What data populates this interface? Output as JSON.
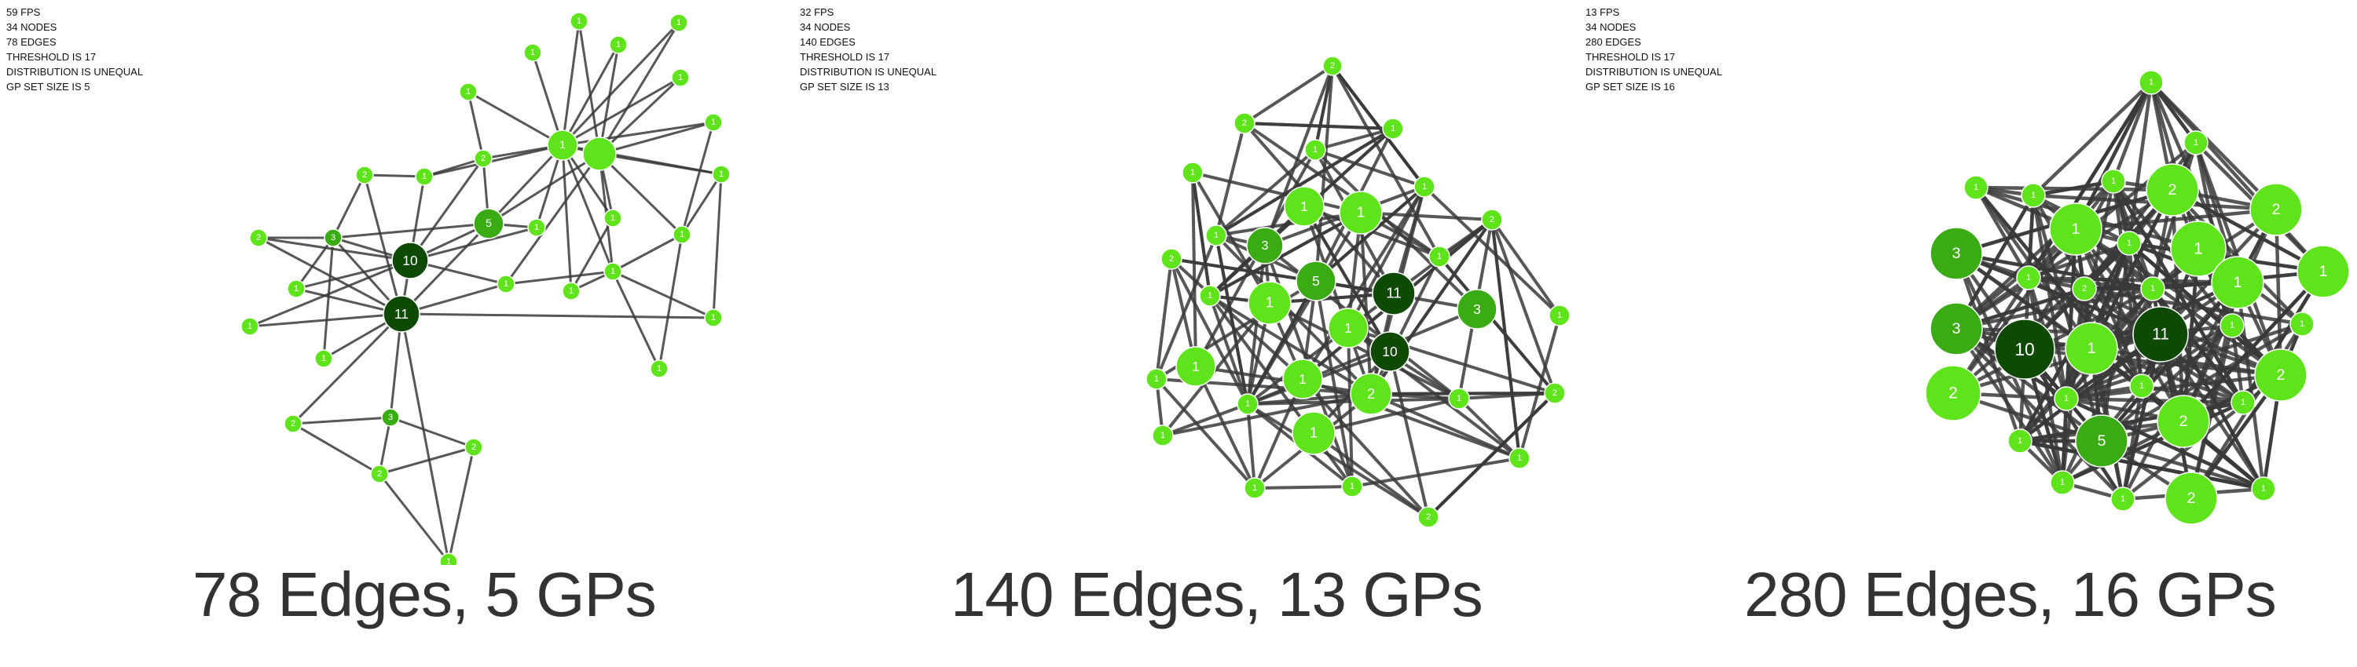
{
  "panels": [
    {
      "stats": [
        "59 FPS",
        "34 NODES",
        "78 EDGES",
        "THRESHOLD IS 17",
        "DISTRIBUTION IS UNEQUAL",
        "GP SET SIZE IS 5"
      ],
      "caption": "78 Edges, 5 GPs"
    },
    {
      "stats": [
        "32 FPS",
        "34 NODES",
        "140 EDGES",
        "THRESHOLD IS 17",
        "DISTRIBUTION IS UNEQUAL",
        "GP SET SIZE IS 13"
      ],
      "caption": "140 Edges, 13 GPs"
    },
    {
      "stats": [
        "13 FPS",
        "34 NODES",
        "280 EDGES",
        "THRESHOLD IS 17",
        "DISTRIBUTION IS UNEQUAL",
        "GP SET SIZE IS 16"
      ],
      "caption": "280 Edges, 16 GPs"
    }
  ],
  "colors": {
    "light": "#5fe31a",
    "mid": "#3aab12",
    "dark": "#155e08",
    "darkest": "#0f4a05",
    "edge": "#3a3a3a"
  }
}
